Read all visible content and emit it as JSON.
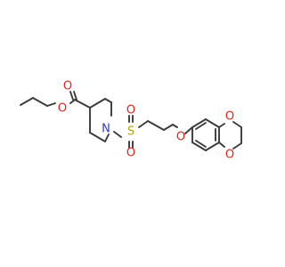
{
  "molecule": {
    "colors": {
      "bond": "#3a3a3a",
      "oxygen": "#d8261c",
      "nitrogen": "#2a3ad0",
      "sulfur": "#b8a400",
      "background": "#ffffff"
    },
    "atoms": {
      "o_ester_carbonyl": "O",
      "o_ester_ether": "O",
      "n_piperidine": "N",
      "s_sulfonyl": "S",
      "o_sulfonyl_top": "O",
      "o_sulfonyl_bottom": "O",
      "o_aryl_ether": "O",
      "o_dioxole_top": "O",
      "o_dioxole_bottom": "O"
    }
  }
}
